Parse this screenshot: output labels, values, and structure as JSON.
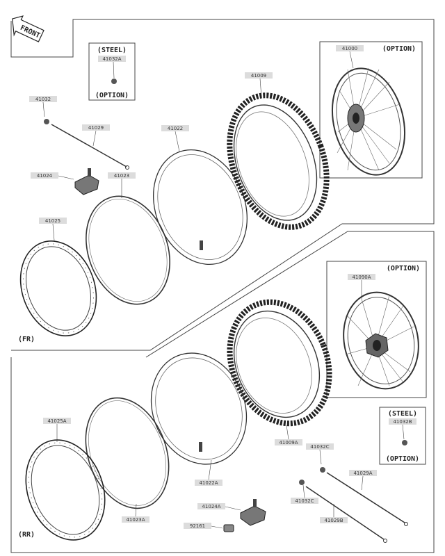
{
  "sections": {
    "front": "(FR)",
    "rear": "(RR)"
  },
  "arrow": {
    "text": "FRONT"
  },
  "boxes": {
    "front_steel": {
      "heading": "(STEEL)",
      "part": "41032A",
      "footer": "(OPTION)"
    },
    "front_wheel": {
      "part": "41000",
      "note": "(OPTION)"
    },
    "rear_wheel": {
      "part": "41090A",
      "note": "(OPTION)"
    },
    "rear_steel": {
      "heading": "(STEEL)",
      "part": "41032B",
      "footer": "(OPTION)"
    }
  },
  "parts_front": {
    "nipple": "41032",
    "spoke": "41029",
    "tube": "41022",
    "tire": "41009",
    "rim_lock": "41024",
    "rim_band": "41023",
    "rim": "41025"
  },
  "parts_rear": {
    "tire": "41009A",
    "tube": "41022A",
    "rim": "41025A",
    "rim_band": "41023A",
    "rim_lock": "41024A",
    "cap": "92161",
    "nipple_1": "41032C",
    "spoke_1": "41029A",
    "nipple_2": "41032C",
    "spoke_2": "41029B"
  },
  "icons": {
    "rim": "rim-icon",
    "tire": "tire-icon",
    "tube": "tube-icon",
    "band": "rim-band-icon",
    "wheel": "spoke-wheel-icon",
    "spoke": "spoke-icon",
    "nipple": "nipple-icon",
    "lock": "rim-lock-icon",
    "arrow": "front-arrow-icon"
  }
}
